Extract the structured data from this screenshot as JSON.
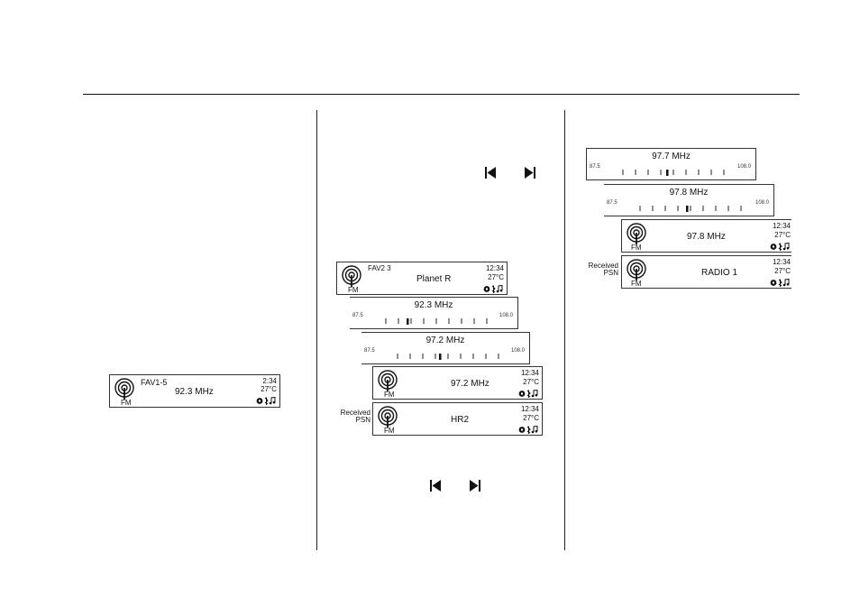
{
  "panel_a": {
    "band": "FM",
    "fav": "FAV1-5",
    "freq": "92.3 MHz",
    "time": "2:34",
    "temp": "27°C"
  },
  "panel_b": {
    "d1": {
      "band": "FM",
      "fav": "FAV2 3",
      "name": "Planet R",
      "time": "12:34",
      "temp": "27°C"
    },
    "t1": {
      "freq": "92.3 MHz",
      "min": "87.5",
      "max": "108.0"
    },
    "t2": {
      "freq": "97.2 MHz",
      "min": "87.5",
      "max": "108.0"
    },
    "d2": {
      "band": "FM",
      "freq": "97.2 MHz",
      "time": "12:34",
      "temp": "27°C"
    },
    "d3": {
      "band": "FM",
      "psn": "HR2",
      "time": "12:34",
      "temp": "27°C"
    },
    "side_label_line1": "Received",
    "side_label_line2": "PSN"
  },
  "panel_c": {
    "t1": {
      "freq": "97.7 MHz",
      "min": "87.5",
      "max": "108.0"
    },
    "t2": {
      "freq": "97.8 MHz",
      "min": "87.5",
      "max": "108.0"
    },
    "d1": {
      "band": "FM",
      "freq": "97.8 MHz",
      "time": "12:34",
      "temp": "27°C"
    },
    "d2": {
      "band": "FM",
      "psn": "RADIO 1",
      "time": "12:34",
      "temp": "27°C"
    },
    "side_label_line1": "Received",
    "side_label_line2": "PSN"
  },
  "icons": {
    "antenna": "fm-antenna-icon",
    "status": "status-icons",
    "prev": "skip-previous-icon",
    "next": "skip-next-icon"
  }
}
